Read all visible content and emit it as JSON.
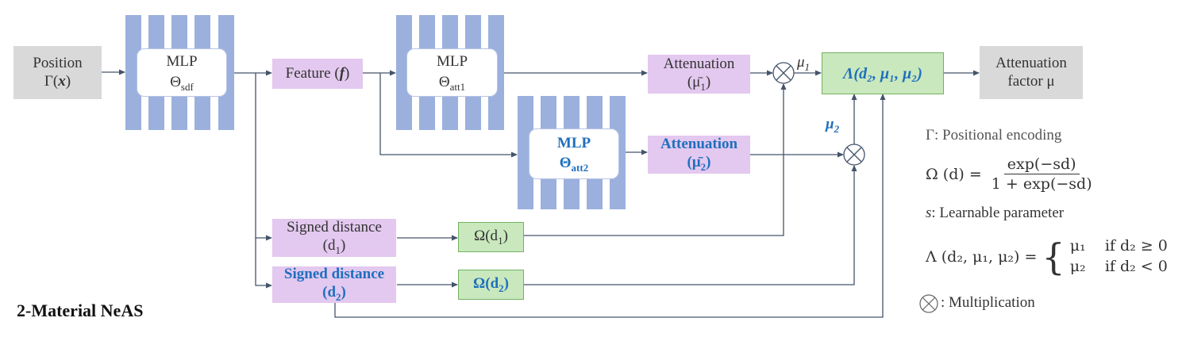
{
  "nodes": {
    "position": {
      "line1": "Position",
      "line2_prefix": "Γ(",
      "line2_var": "x",
      "line2_suffix": ")"
    },
    "mlp_sdf": {
      "line1": "MLP",
      "theta": "Θ",
      "sub": "sdf"
    },
    "feature": {
      "text": "Feature (",
      "var": "f",
      "suffix": ")"
    },
    "mlp_att1": {
      "line1": "MLP",
      "theta": "Θ",
      "sub": "att1"
    },
    "mlp_att2": {
      "line1": "MLP",
      "theta": "Θ",
      "sub": "att2"
    },
    "attenuation1": {
      "line1": "Attenuation",
      "line2": "(μ̄",
      "sub": "1",
      "close": ")"
    },
    "attenuation2": {
      "line1": "Attenuation",
      "line2": "(μ̄",
      "sub": "2",
      "close": ")"
    },
    "signed_distance1": {
      "line1": "Signed distance",
      "line2": "(d",
      "sub": "1",
      "close": ")"
    },
    "signed_distance2": {
      "line1": "Signed distance",
      "line2": "(d",
      "sub": "2",
      "close": ")"
    },
    "omega1": {
      "prefix": "Ω(d",
      "sub": "1",
      "close": ")"
    },
    "omega2": {
      "prefix": "Ω(d",
      "sub": "2",
      "close": ")"
    },
    "lambda_box": {
      "text": "Λ(d₂, μ₁, μ₂)"
    },
    "output": {
      "line1": "Attenuation",
      "line2": "factor μ"
    }
  },
  "edge_labels": {
    "mu1": {
      "base": "μ",
      "sub": "1"
    },
    "mu2": {
      "base": "μ",
      "sub": "2"
    }
  },
  "legend": {
    "gamma": "Γ: Positional encoding",
    "omega_lhs": "Ω (d) =",
    "omega_num": "exp(−sd)",
    "omega_den": "1 + exp(−sd)",
    "s_param": ": Learnable parameter",
    "s_var": "s",
    "lambda_lhs": "Λ (d₂, μ₁, μ₂) =",
    "lambda_case1": "μ₁    if d₂ ≥ 0",
    "lambda_case2": "μ₂    if d₂ < 0",
    "multiplication": ": Multiplication"
  },
  "title": "2-Material NeAS",
  "colors": {
    "mlp_bar": "#9bb0dd",
    "mlp_border": "#b8c4e4",
    "purple_box": "#e3c8ef",
    "green_box": "#c9e8bd",
    "green_border": "#74b261",
    "gray_box": "#d9d9d9",
    "arrow": "#44546a",
    "highlight_text": "#1f6fbe"
  }
}
